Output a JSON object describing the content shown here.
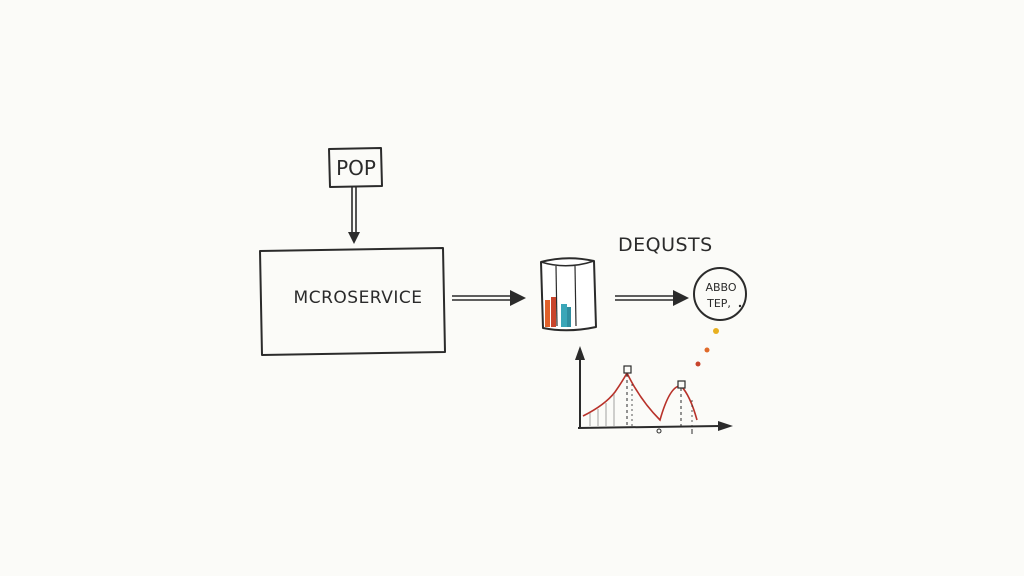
{
  "diagram": {
    "pop_label": "POP",
    "microservice_label": "MCROSERVICE",
    "dequsts_label": "DEQUSTS",
    "circle_line1": "ABBO",
    "circle_line2": "TEP,"
  },
  "colors": {
    "ink": "#2b2b2b",
    "bar_orange": "#e0602a",
    "bar_teal": "#3aa6b8",
    "bar_red": "#c8442c",
    "curve_red": "#b8322a",
    "dot_orange": "#e06a2a",
    "dot_red": "#c8442c",
    "dot_yellow": "#e8b020"
  }
}
